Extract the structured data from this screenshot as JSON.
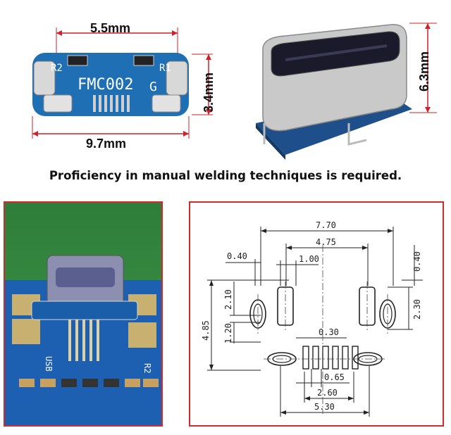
{
  "top_left": {
    "width_label": "5.5mm",
    "height_label": "3.4mm",
    "length_label": "9.7mm",
    "silk_marking": "FMC002",
    "silk_g": "G",
    "silk_r1": "R1",
    "silk_r2": "R2"
  },
  "top_right": {
    "height_label": "6.3mm"
  },
  "caption": "Proficiency in manual welding techniques is required.",
  "photo": {
    "usb_label": "USB",
    "r2_label": "R2"
  },
  "drawing": {
    "dim_770": "7.70",
    "dim_475": "4.75",
    "dim_040_left": "0.40",
    "dim_100": "1.00",
    "dim_040_right": "0.40",
    "dim_210": "2.10",
    "dim_485": "4.85",
    "dim_120": "1.20",
    "dim_230": "2.30",
    "dim_030": "0.30",
    "dim_065": "0.65",
    "dim_260": "2.60",
    "dim_530": "5.30"
  },
  "colors": {
    "dimension_red": "#d0202a",
    "panel_border": "#d02a2a",
    "pcb_blue": "#1f6fb5",
    "pcb_green": "#2f8a3a",
    "pad_silver": "#d8d8d8"
  }
}
